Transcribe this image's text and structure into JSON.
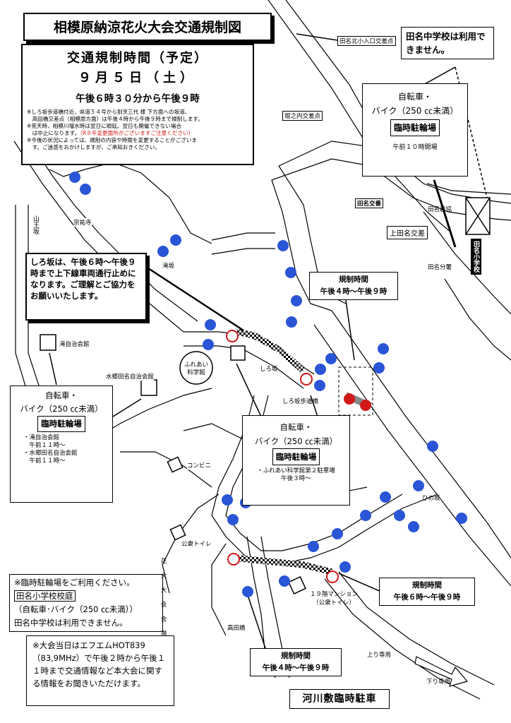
{
  "title": "相模原納涼花火大会交通規制図",
  "schedule": {
    "heading": "交通規制時間（予定）",
    "date": "９月５日（土）",
    "time": "午後６時３０分から午後９時",
    "notes": [
      "※しろ坂歩道橋付近、県道５４号から割烹三代 様 下方面への坂道、",
      "　高田橋交差点（相模原方面）は午後４時から午後９時まで規制します。",
      "※荒天時、相模川増水時は翌日に順延。翌日も開催できない場合",
      "　は中止になります。",
      "※今後の状況によっては、規制の内容や時間を変更することがございま",
      "　す。ご迷惑をおかけしますが、ご承知おきください。"
    ],
    "note_red": "（R８年変更箇所がございますご注意ください）"
  },
  "tana_notice": "田名中学校は利用できません。",
  "parking_top": {
    "l1": "自転車・",
    "l2": "バイク（250 ㏄未満）",
    "head": "臨時駐輪場",
    "time": "午前１０時開場"
  },
  "parking_left": {
    "l1": "自転車・",
    "l2": "バイク（250 ㏄未満）",
    "head": "臨時駐輪場",
    "items": [
      "・滝自治会館",
      "　午前１１時～",
      "・水郷田名自治会館",
      "　午前１１時～"
    ]
  },
  "parking_mid": {
    "l1": "自転車・",
    "l2": "バイク（250 ㏄未満）",
    "head": "臨時駐輪場",
    "items": [
      "・ふれあい科学館第２駐車場",
      "午後３時～"
    ]
  },
  "shirozaka_notice": "しろ坂は、午後６時～午後９時まで上下線車両通行止めになります。ご理解とご協力をお願いいたします。",
  "reg_a": {
    "h": "規制時間",
    "t": "午後４時～午後９時"
  },
  "reg_b": {
    "h": "規制時間",
    "t": "午後６時～午後９時"
  },
  "reg_c": {
    "h": "規制時間",
    "t": "午後４時～午後９時"
  },
  "bike_notice": {
    "l1": "※臨時駐輪場をご利用ください。",
    "l2": "田名小学校校庭",
    "l3": "（自転車･バイク（250 ㏄未満））",
    "l4": "田名中学校は利用できません。"
  },
  "radio_notice": "※大会当日はエフエムHOT839（83,9MHz）で午後２時から午後１１時まで交通情報など本大会に関する情報をお聞きいただけます。",
  "river_parking": "河川敷臨時駐車",
  "places": {
    "tana_kita": "田名北小入口交差点",
    "horinouchi": "堀之内交差点",
    "tana_koban": "田名交番",
    "kamitana": "上田名交差",
    "tana_nokyo": "田名農協",
    "tana_bunsho": "田名分署",
    "tana_sho": "田名小学校",
    "sokoji": "宗祐寺",
    "yamanoue": "山王坂",
    "takisaka": "滝坂",
    "taki_jichi": "滝自治会館",
    "suigo_jichi": "水郷田名自治会館",
    "fureai": "ふれあい科学館",
    "shirozaka": "しろ坂",
    "shirozaka_bridge": "しろ坂歩道橋",
    "konbini": "コンビニ",
    "toilet": "公衆トイレ",
    "hinosaka": "ひの坂",
    "mansion": "１９階マンション（公衆トイレ）",
    "takada": "高田橋",
    "nobori": "上り専用",
    "kudari": "下り専用",
    "venue": "花火大会会場"
  }
}
